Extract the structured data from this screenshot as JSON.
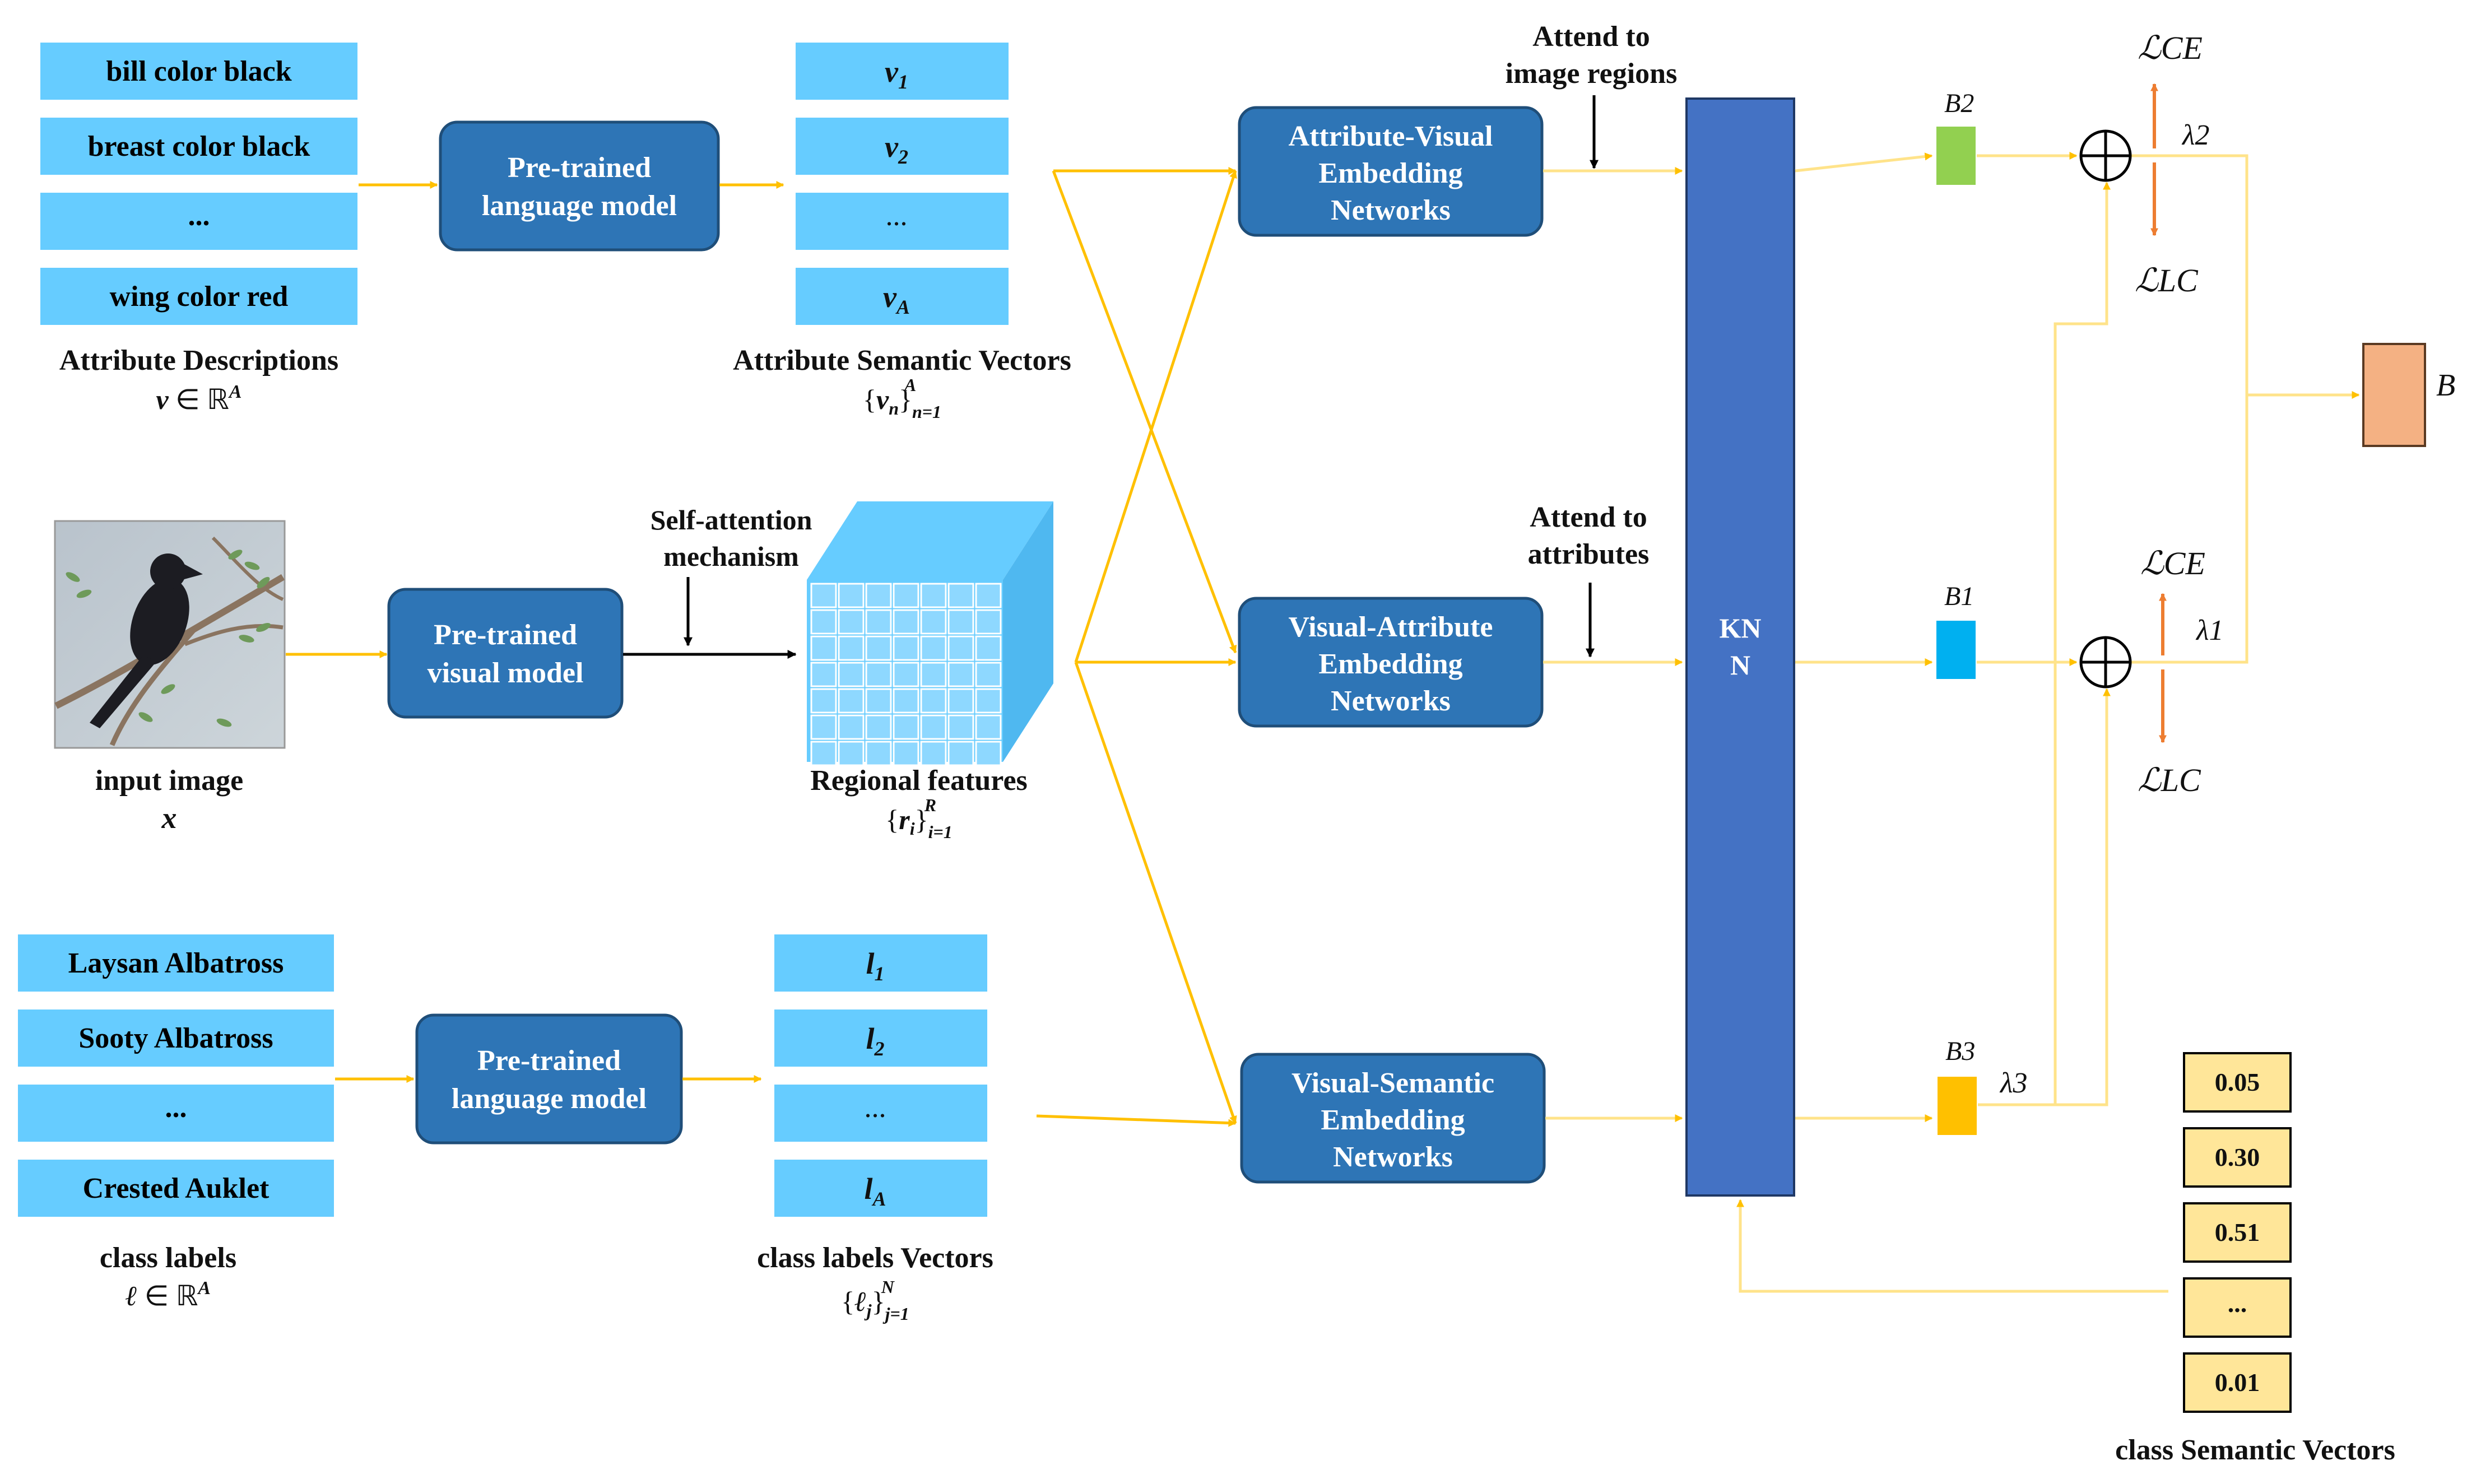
{
  "attributes": {
    "items": [
      "bill color black",
      "breast color black",
      "...",
      "wing color red"
    ],
    "caption": "Attribute Descriptions",
    "caption_math": "v ∈ ℝ^A"
  },
  "attr_lm": {
    "label_l1": "Pre-trained",
    "label_l2": "language model"
  },
  "attr_vectors": {
    "items": [
      {
        "base": "v",
        "sub": "1"
      },
      {
        "base": "v",
        "sub": "2"
      },
      {
        "base": "...",
        "sub": ""
      },
      {
        "base": "v",
        "sub": "A"
      }
    ],
    "caption": "Attribute Semantic Vectors",
    "caption_math": "{vn}n=1A"
  },
  "input_image": {
    "caption": "input image",
    "caption_math": "x"
  },
  "visual_model": {
    "label_l1": "Pre-trained",
    "label_l2": "visual model"
  },
  "self_attention": {
    "label_l1": "Self-attention",
    "label_l2": "mechanism"
  },
  "regional": {
    "caption": "Regional features",
    "caption_math": "{ri}i=1R"
  },
  "class_labels": {
    "items": [
      "Laysan Albatross",
      "Sooty Albatross",
      "...",
      "Crested Auklet"
    ],
    "caption": "class labels",
    "caption_math": "ℓ ∈ ℝ^A"
  },
  "class_lm": {
    "label_l1": "Pre-trained",
    "label_l2": "language model"
  },
  "class_vectors": {
    "items": [
      {
        "base": "l",
        "sub": "1"
      },
      {
        "base": "l",
        "sub": "2"
      },
      {
        "base": "...",
        "sub": ""
      },
      {
        "base": "l",
        "sub": "A"
      }
    ],
    "caption": "class labels Vectors",
    "caption_math": "{ℓj}j=1N"
  },
  "networks": {
    "avn": {
      "l1": "Attribute-Visual",
      "l2": "Embedding",
      "l3": "Networks"
    },
    "van": {
      "l1": "Visual-Attribute",
      "l2": "Embedding",
      "l3": "Networks"
    },
    "vsn": {
      "l1": "Visual-Semantic",
      "l2": "Embedding",
      "l3": "Networks"
    }
  },
  "attend_regions": {
    "l1": "Attend to",
    "l2": "image regions"
  },
  "attend_attributes": {
    "l1": "Attend to",
    "l2": "attributes"
  },
  "knn": {
    "l1": "KN",
    "l2": "N"
  },
  "outputs": {
    "b2": "B2",
    "b1": "B1",
    "b3": "B3",
    "b": "B",
    "lambda2": "λ2",
    "lambda1": "λ1",
    "lambda3": "λ3",
    "loss_ce": "ℒCE",
    "loss_lc": "ℒLC"
  },
  "class_semantic": {
    "values": [
      "0.05",
      "0.30",
      "0.51",
      "...",
      "0.01"
    ],
    "caption": "class Semantic  Vectors"
  },
  "colors": {
    "light_blue": "#66CCFF",
    "dark_blue": "#2E75B6",
    "knn_blue": "#4472C4",
    "arrow_yellow": "#FFC000",
    "line_yellow": "#FFE38A",
    "green": "#92D050",
    "cyan": "#00B0F0",
    "amber": "#FFC000",
    "salmon": "#F4B183",
    "orange_arrow": "#ED7D31",
    "vector_fill": "#FFE699"
  }
}
